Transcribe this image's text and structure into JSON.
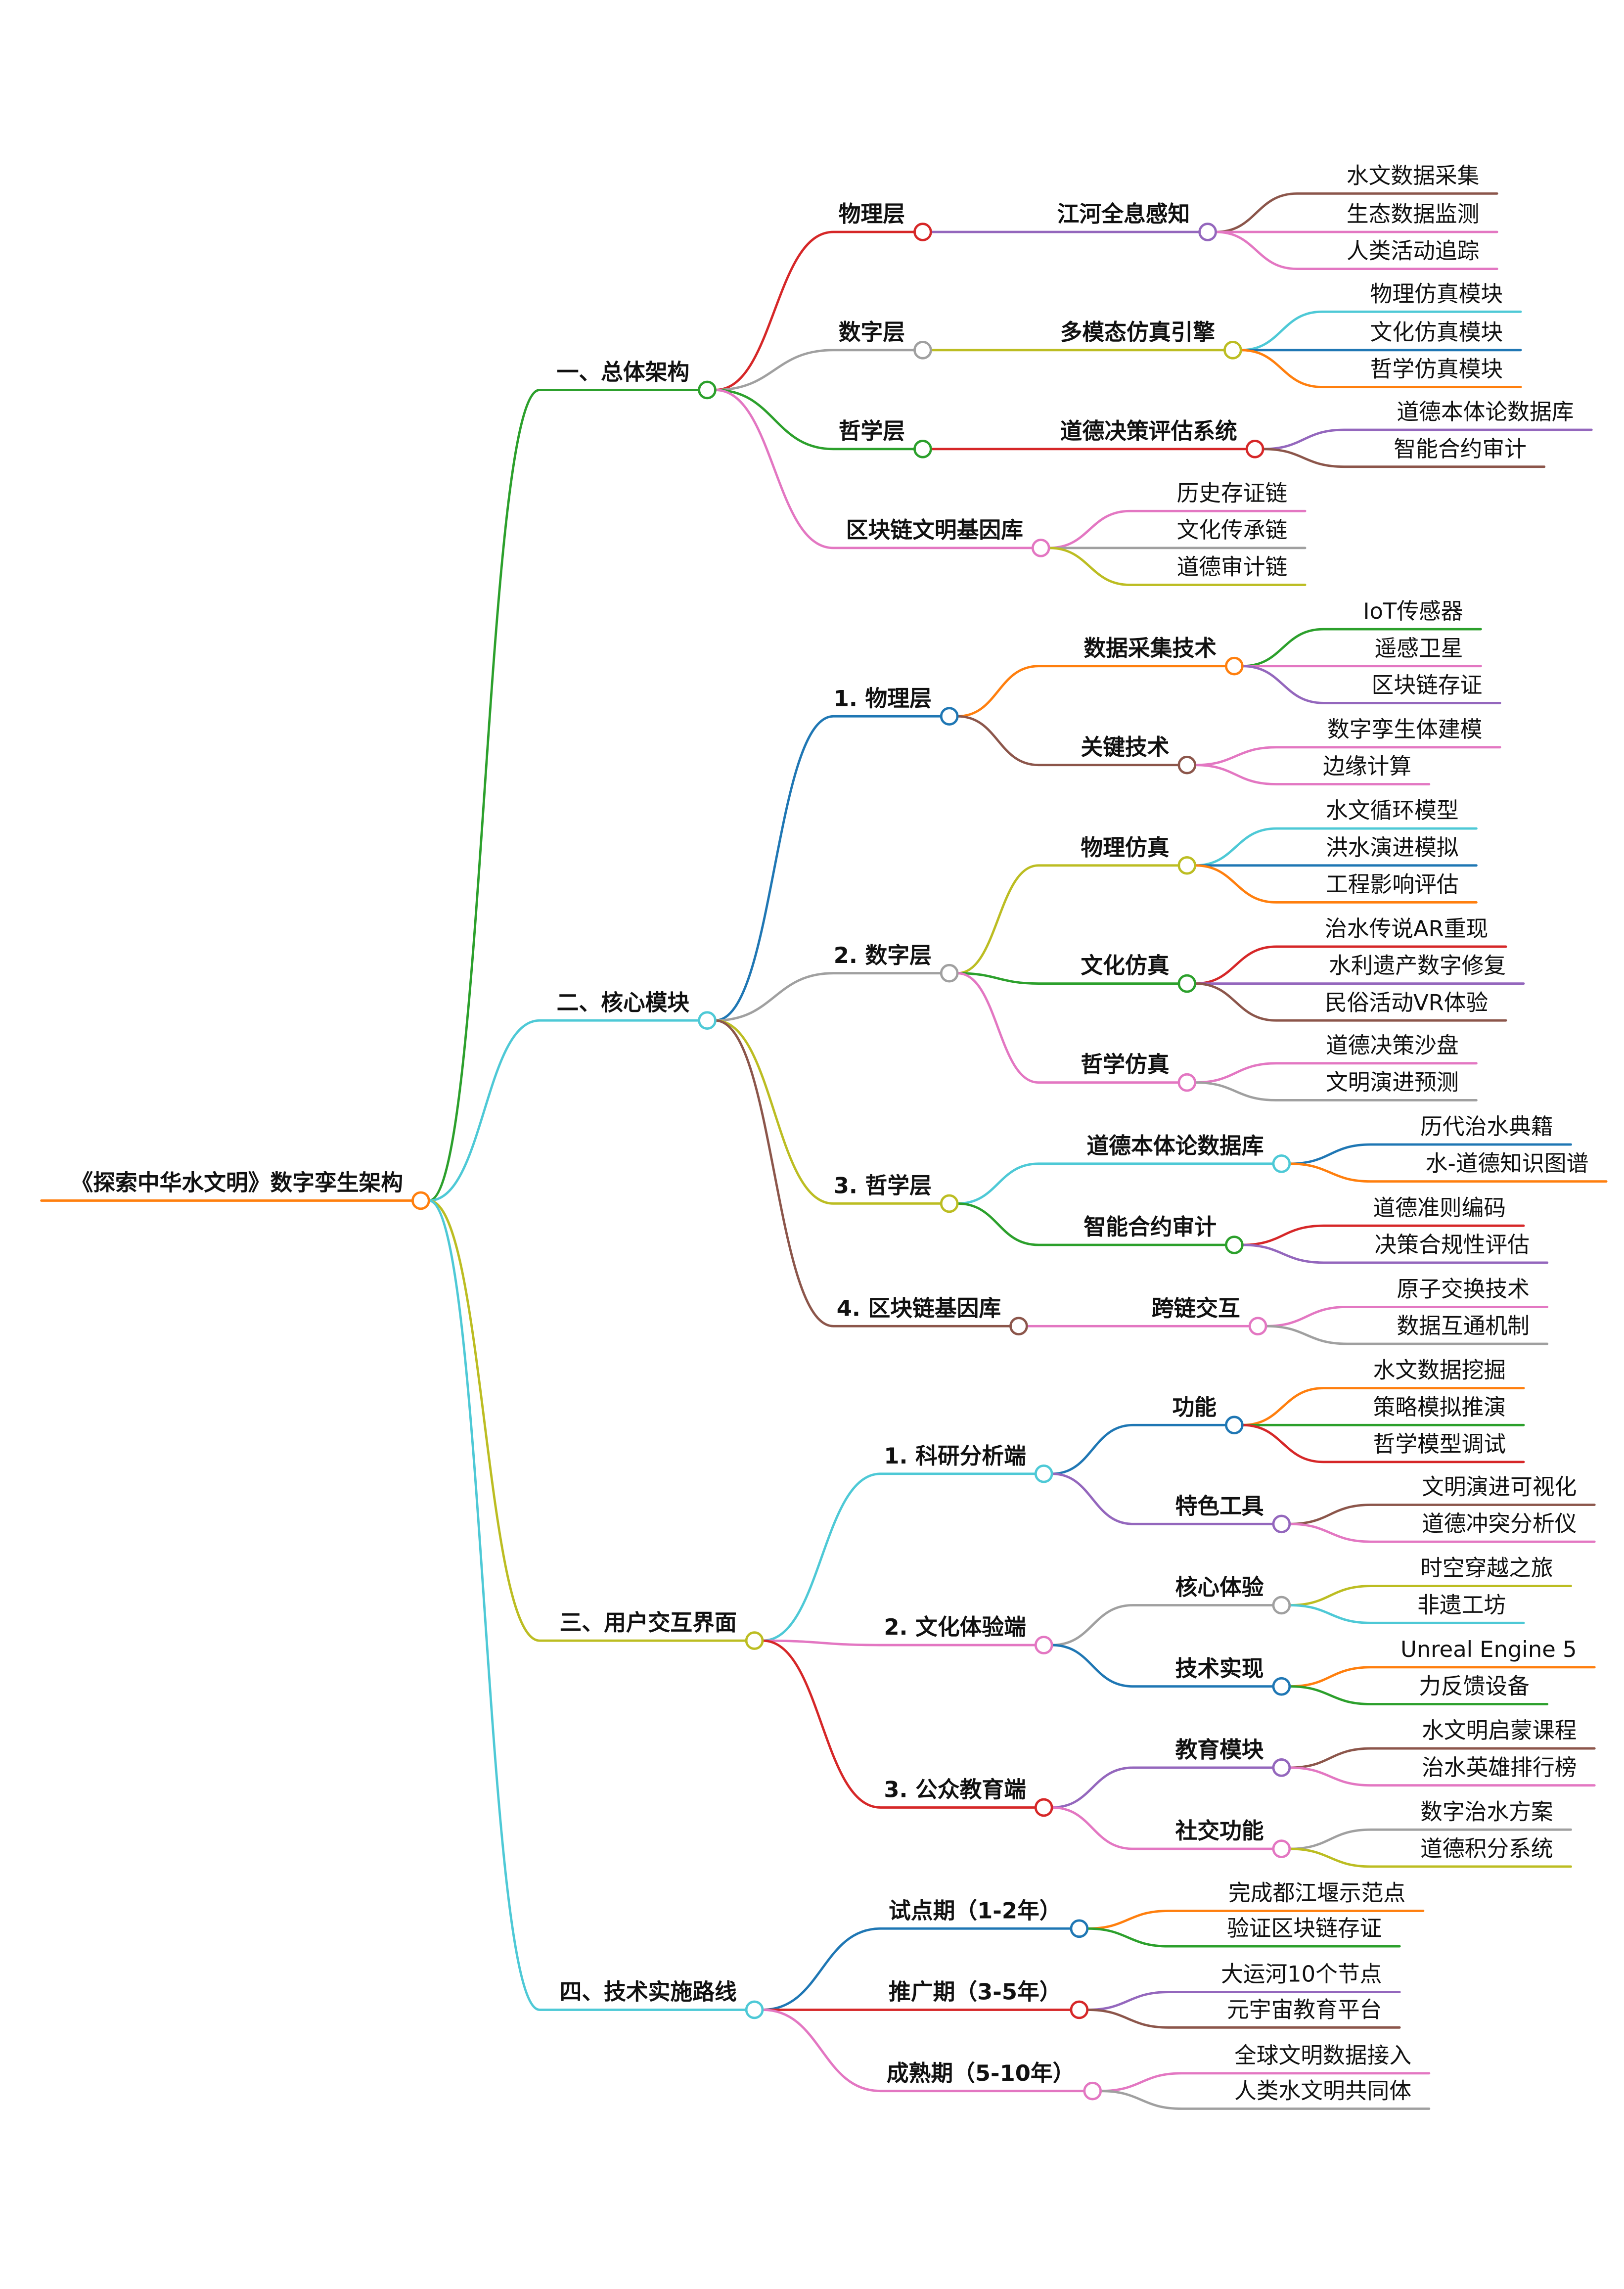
{
  "tree": {
    "label": "《探索中华水文明》数字孪生架构",
    "color": "#ff7f0e",
    "children": [
      {
        "label": "一、总体架构",
        "color": "#2ca02c",
        "children": [
          {
            "label": "物理层",
            "color": "#d62728",
            "children": [
              {
                "label": "江河全息感知",
                "color": "#9467bd",
                "children": [
                  {
                    "label": "水文数据采集",
                    "color": "#8c564b"
                  },
                  {
                    "label": "生态数据监测",
                    "color": "#e377c2"
                  },
                  {
                    "label": "人类活动追踪",
                    "color": "#e377c2"
                  }
                ]
              }
            ]
          },
          {
            "label": "数字层",
            "color": "#a0a0a0",
            "children": [
              {
                "label": "多模态仿真引擎",
                "color": "#bcbd22",
                "children": [
                  {
                    "label": "物理仿真模块",
                    "color": "#4ec9d6"
                  },
                  {
                    "label": "文化仿真模块",
                    "color": "#1f77b4"
                  },
                  {
                    "label": "哲学仿真模块",
                    "color": "#ff7f0e"
                  }
                ]
              }
            ]
          },
          {
            "label": "哲学层",
            "color": "#2ca02c",
            "children": [
              {
                "label": "道德决策评估系统",
                "color": "#d62728",
                "children": [
                  {
                    "label": "道德本体论数据库",
                    "color": "#9467bd"
                  },
                  {
                    "label": "智能合约审计",
                    "color": "#8c564b"
                  }
                ]
              }
            ]
          },
          {
            "label": "区块链文明基因库",
            "color": "#e377c2",
            "children": [
              {
                "label": "历史存证链",
                "color": "#e377c2"
              },
              {
                "label": "文化传承链",
                "color": "#a0a0a0"
              },
              {
                "label": "道德审计链",
                "color": "#bcbd22"
              }
            ]
          }
        ]
      },
      {
        "label": "二、核心模块",
        "color": "#4ec9d6",
        "children": [
          {
            "label": "1. 物理层",
            "color": "#1f77b4",
            "children": [
              {
                "label": "数据采集技术",
                "color": "#ff7f0e",
                "children": [
                  {
                    "label": "IoT传感器",
                    "color": "#2ca02c"
                  },
                  {
                    "label": "遥感卫星",
                    "color": "#e377c2"
                  },
                  {
                    "label": "区块链存证",
                    "color": "#9467bd"
                  }
                ]
              },
              {
                "label": "关键技术",
                "color": "#8c564b",
                "children": [
                  {
                    "label": "数字孪生体建模",
                    "color": "#e377c2"
                  },
                  {
                    "label": "边缘计算",
                    "color": "#e377c2"
                  }
                ]
              }
            ]
          },
          {
            "label": "2. 数字层",
            "color": "#a0a0a0",
            "children": [
              {
                "label": "物理仿真",
                "color": "#bcbd22",
                "children": [
                  {
                    "label": "水文循环模型",
                    "color": "#4ec9d6"
                  },
                  {
                    "label": "洪水演进模拟",
                    "color": "#1f77b4"
                  },
                  {
                    "label": "工程影响评估",
                    "color": "#ff7f0e"
                  }
                ]
              },
              {
                "label": "文化仿真",
                "color": "#2ca02c",
                "children": [
                  {
                    "label": "治水传说AR重现",
                    "color": "#d62728"
                  },
                  {
                    "label": "水利遗产数字修复",
                    "color": "#9467bd"
                  },
                  {
                    "label": "民俗活动VR体验",
                    "color": "#8c564b"
                  }
                ]
              },
              {
                "label": "哲学仿真",
                "color": "#e377c2",
                "children": [
                  {
                    "label": "道德决策沙盘",
                    "color": "#e377c2"
                  },
                  {
                    "label": "文明演进预测",
                    "color": "#a0a0a0"
                  }
                ]
              }
            ]
          },
          {
            "label": "3. 哲学层",
            "color": "#bcbd22",
            "children": [
              {
                "label": "道德本体论数据库",
                "color": "#4ec9d6",
                "children": [
                  {
                    "label": "历代治水典籍",
                    "color": "#1f77b4"
                  },
                  {
                    "label": "水-道德知识图谱",
                    "color": "#ff7f0e"
                  }
                ]
              },
              {
                "label": "智能合约审计",
                "color": "#2ca02c",
                "children": [
                  {
                    "label": "道德准则编码",
                    "color": "#d62728"
                  },
                  {
                    "label": "决策合规性评估",
                    "color": "#9467bd"
                  }
                ]
              }
            ]
          },
          {
            "label": "4. 区块链基因库",
            "color": "#8c564b",
            "children": [
              {
                "label": "跨链交互",
                "color": "#e377c2",
                "children": [
                  {
                    "label": "原子交换技术",
                    "color": "#e377c2"
                  },
                  {
                    "label": "数据互通机制",
                    "color": "#a0a0a0"
                  }
                ]
              }
            ]
          }
        ]
      },
      {
        "label": "三、用户交互界面",
        "color": "#bcbd22",
        "children": [
          {
            "label": "1. 科研分析端",
            "color": "#4ec9d6",
            "children": [
              {
                "label": "功能",
                "color": "#1f77b4",
                "children": [
                  {
                    "label": "水文数据挖掘",
                    "color": "#ff7f0e"
                  },
                  {
                    "label": "策略模拟推演",
                    "color": "#2ca02c"
                  },
                  {
                    "label": "哲学模型调试",
                    "color": "#d62728"
                  }
                ]
              },
              {
                "label": "特色工具",
                "color": "#9467bd",
                "children": [
                  {
                    "label": "文明演进可视化",
                    "color": "#8c564b"
                  },
                  {
                    "label": "道德冲突分析仪",
                    "color": "#e377c2"
                  }
                ]
              }
            ]
          },
          {
            "label": "2. 文化体验端",
            "color": "#e377c2",
            "children": [
              {
                "label": "核心体验",
                "color": "#a0a0a0",
                "children": [
                  {
                    "label": "时空穿越之旅",
                    "color": "#bcbd22"
                  },
                  {
                    "label": "非遗工坊",
                    "color": "#4ec9d6"
                  }
                ]
              },
              {
                "label": "技术实现",
                "color": "#1f77b4",
                "children": [
                  {
                    "label": "Unreal Engine 5",
                    "color": "#ff7f0e"
                  },
                  {
                    "label": "力反馈设备",
                    "color": "#2ca02c"
                  }
                ]
              }
            ]
          },
          {
            "label": "3. 公众教育端",
            "color": "#d62728",
            "children": [
              {
                "label": "教育模块",
                "color": "#9467bd",
                "children": [
                  {
                    "label": "水文明启蒙课程",
                    "color": "#8c564b"
                  },
                  {
                    "label": "治水英雄排行榜",
                    "color": "#e377c2"
                  }
                ]
              },
              {
                "label": "社交功能",
                "color": "#e377c2",
                "children": [
                  {
                    "label": "数字治水方案",
                    "color": "#a0a0a0"
                  },
                  {
                    "label": "道德积分系统",
                    "color": "#bcbd22"
                  }
                ]
              }
            ]
          }
        ]
      },
      {
        "label": "四、技术实施路线",
        "color": "#4ec9d6",
        "children": [
          {
            "label": "试点期（1-2年）",
            "color": "#1f77b4",
            "children": [
              {
                "label": "完成都江堰示范点",
                "color": "#ff7f0e"
              },
              {
                "label": "验证区块链存证",
                "color": "#2ca02c"
              }
            ]
          },
          {
            "label": "推广期（3-5年）",
            "color": "#d62728",
            "children": [
              {
                "label": "大运河10个节点",
                "color": "#9467bd"
              },
              {
                "label": "元宇宙教育平台",
                "color": "#8c564b"
              }
            ]
          },
          {
            "label": "成熟期（5-10年）",
            "color": "#e377c2",
            "children": [
              {
                "label": "全球文明数据接入",
                "color": "#e377c2"
              },
              {
                "label": "人类水文明共同体",
                "color": "#a0a0a0"
              }
            ]
          }
        ]
      }
    ]
  }
}
